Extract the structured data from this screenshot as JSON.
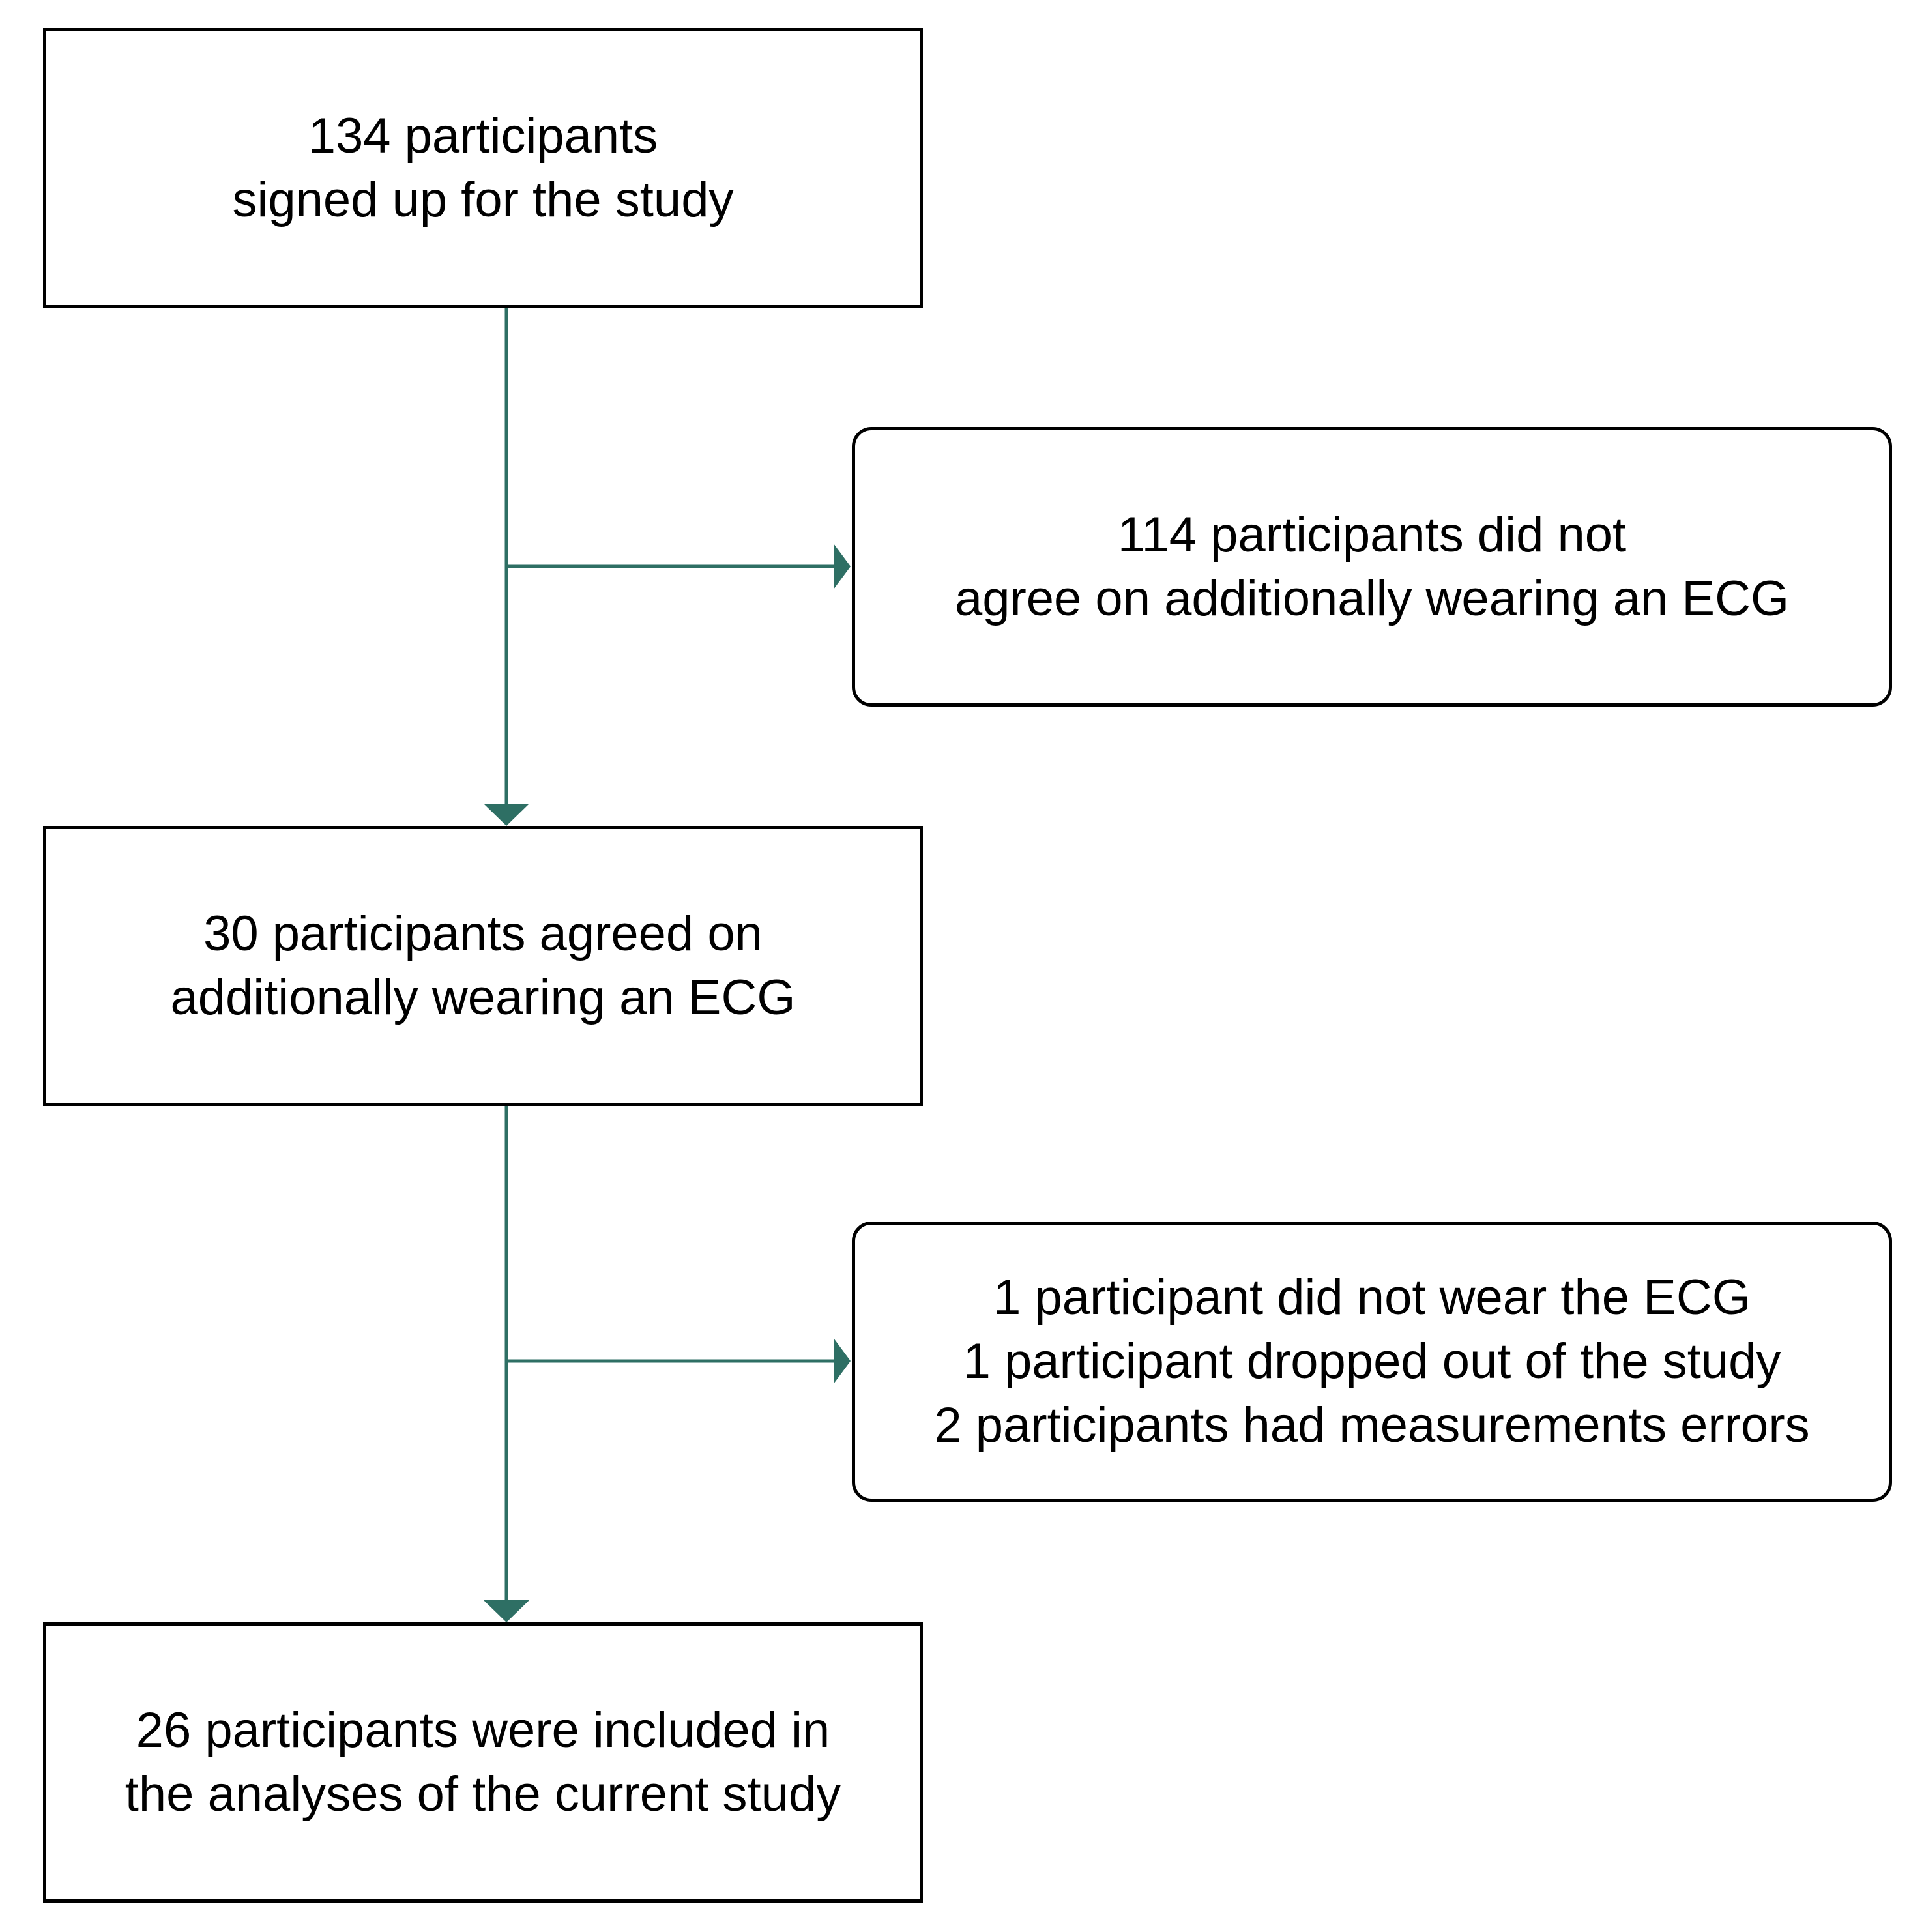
{
  "flowchart": {
    "colors": {
      "connector": "#2e6f64",
      "box_border": "#000000",
      "text": "#000000",
      "background": "#ffffff"
    },
    "boxes": {
      "signed_up": {
        "lines": [
          "134 participants",
          "signed up for the study"
        ]
      },
      "declined_ecg": {
        "lines": [
          "114 participants did not",
          "agree on additionally wearing an ECG"
        ]
      },
      "agreed_ecg": {
        "lines": [
          "30 participants agreed on",
          "additionally wearing an ECG"
        ]
      },
      "excluded": {
        "lines": [
          "1 participant did not wear the ECG",
          "1 participant dropped out of the study",
          "2 participants had measurements errors"
        ]
      },
      "included": {
        "lines": [
          "26 participants were included in",
          "the analyses of the current study"
        ]
      }
    }
  }
}
